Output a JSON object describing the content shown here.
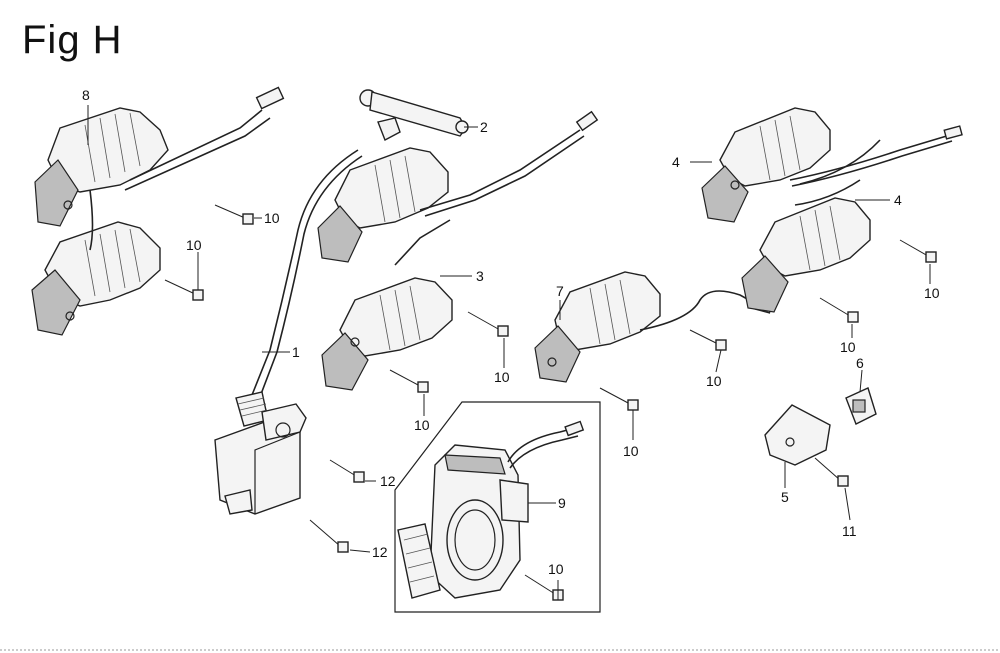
{
  "title": "Fig H",
  "callouts": [
    {
      "id": "c8",
      "text": "8"
    },
    {
      "id": "c2",
      "text": "2"
    },
    {
      "id": "c4a",
      "text": "4"
    },
    {
      "id": "c4b",
      "text": "4"
    },
    {
      "id": "c10a",
      "text": "10"
    },
    {
      "id": "c10b",
      "text": "10"
    },
    {
      "id": "c3",
      "text": "3"
    },
    {
      "id": "c7",
      "text": "7"
    },
    {
      "id": "c10c",
      "text": "10"
    },
    {
      "id": "c10d",
      "text": "10"
    },
    {
      "id": "c1",
      "text": "1"
    },
    {
      "id": "c10e",
      "text": "10"
    },
    {
      "id": "c10f",
      "text": "10"
    },
    {
      "id": "c6",
      "text": "6"
    },
    {
      "id": "c10g",
      "text": "10"
    },
    {
      "id": "c10h",
      "text": "10"
    },
    {
      "id": "c12a",
      "text": "12"
    },
    {
      "id": "c9",
      "text": "9"
    },
    {
      "id": "c5",
      "text": "5"
    },
    {
      "id": "c11",
      "text": "11"
    },
    {
      "id": "c12b",
      "text": "12"
    },
    {
      "id": "c10i",
      "text": "10"
    }
  ]
}
